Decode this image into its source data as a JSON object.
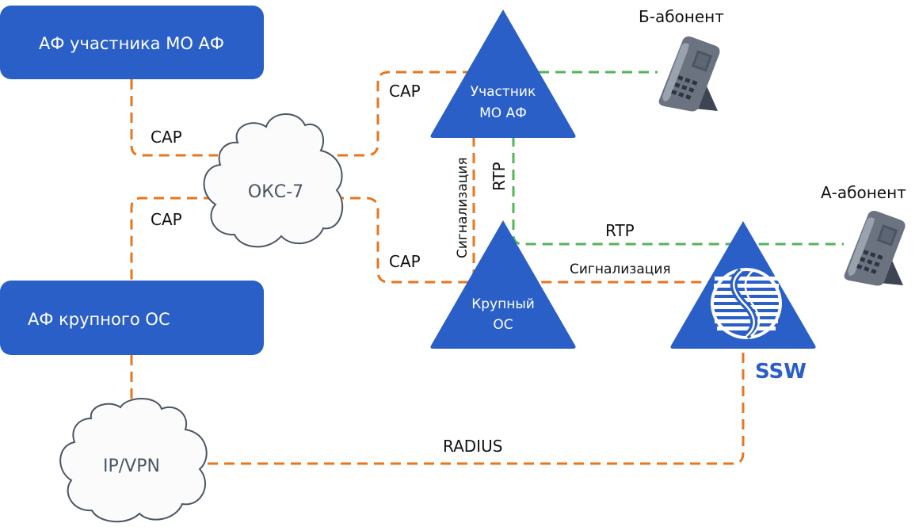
{
  "colors": {
    "node_blue": "#2a5fc7",
    "cap_link": "#e8761c",
    "rtp_link": "#55b458",
    "cloud_stroke": "#4b5563"
  },
  "nodes": {
    "af_mo_participant": "АФ участника МО АФ",
    "af_large_os": "АФ крупного ОС",
    "oks7_cloud": "ОКС-7",
    "ipvpn_cloud": "IP/VPN",
    "mo_participant_line1": "Участник",
    "mo_participant_line2": "МО АФ",
    "large_os_line1": "Крупный",
    "large_os_line2": "ОС",
    "ssw": "SSW",
    "b_subscriber": "Б-абонент",
    "a_subscriber": "А-абонент"
  },
  "links": {
    "cap_top_left": "CAP",
    "cap_bottom_left": "CAP",
    "cap_top_right": "CAP",
    "cap_bottom_right": "CAP",
    "signaling_vertical": "Сигнализация",
    "rtp_vertical": "RTP",
    "rtp_horizontal": "RTP",
    "signaling_horizontal": "Сигнализация",
    "radius": "RADIUS"
  },
  "legend_icons": {
    "phone": "desk-phone-icon",
    "ssw_logo": "softswitch-logo-icon",
    "cloud": "cloud-icon"
  }
}
